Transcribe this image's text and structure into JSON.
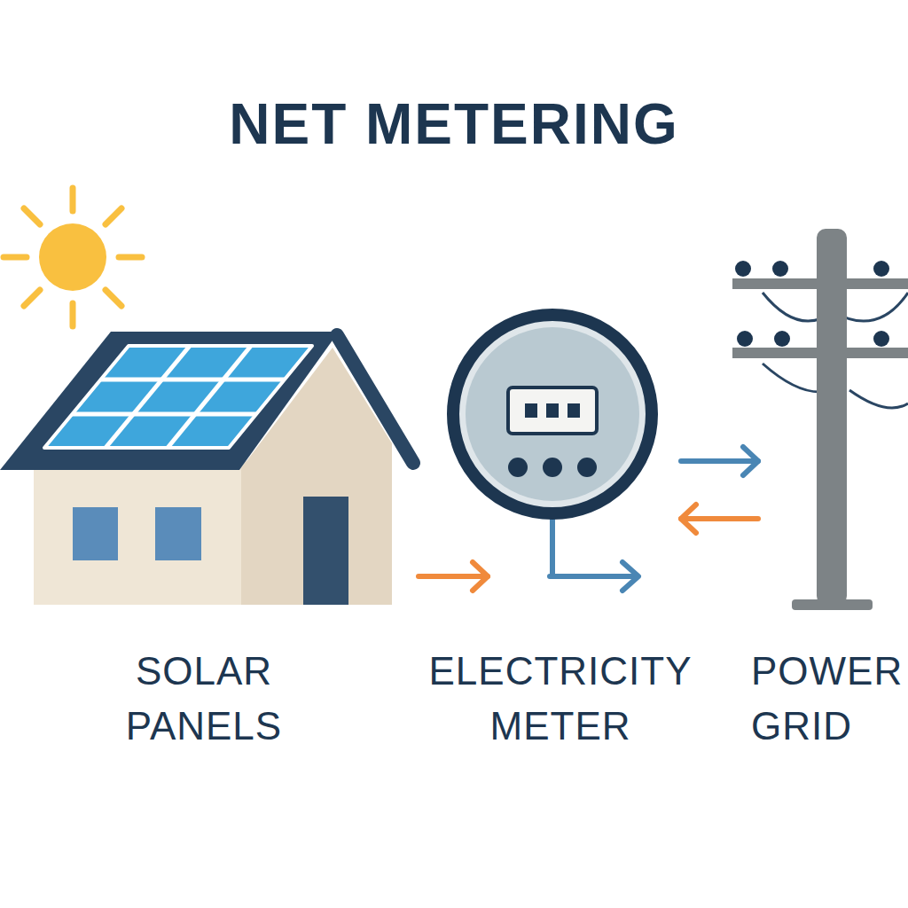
{
  "diagram": {
    "title": "NET METERING",
    "nodes": [
      {
        "text": [
          "SOLAR PANELS"
        ]
      },
      {
        "text": [
          "ELECTRICITY METER"
        ]
      },
      {
        "text": [
          "POWER GRID"
        ]
      }
    ],
    "edges": [
      {
        "from": 0,
        "to": 1,
        "arrow": "to"
      },
      {
        "from": 1,
        "to": 2,
        "arrow": "to"
      },
      {
        "from": 2,
        "to": 1,
        "arrow": "to"
      }
    ]
  }
}
